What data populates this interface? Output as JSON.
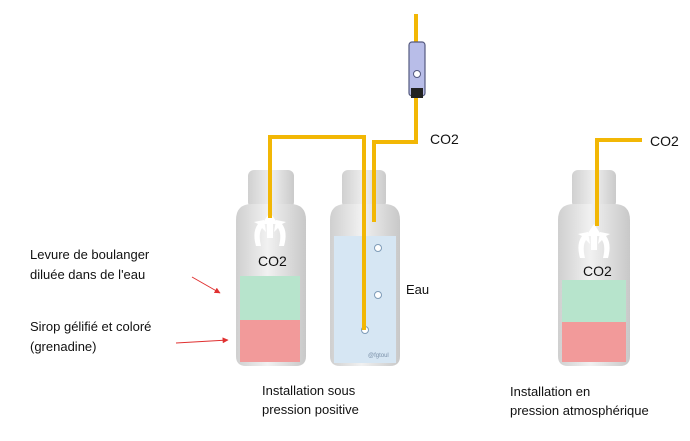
{
  "colors": {
    "tube": "#f2b705",
    "yeast_layer": "#b7e4cc",
    "syrup_layer": "#f29a9a",
    "water": "#d6e6f3",
    "bottle_gray": "#dedede",
    "arrow_red": "#e03030",
    "bubbler_blue": "#b8bde8"
  },
  "labels": {
    "yeast": [
      "Levure de boulanger",
      "diluée dans de l'eau"
    ],
    "syrup": [
      "Sirop gélifié et coloré",
      "(grenadine)"
    ],
    "co2_left_bottle": "CO2",
    "co2_right_bottle": "CO2",
    "co2_outlet_left": "CO2",
    "co2_outlet_right": "CO2",
    "water": "Eau",
    "watermark": "@fgtoul",
    "caption_left": [
      "Installation sous",
      "pression positive"
    ],
    "caption_right": [
      "Installation en",
      "pression atmosphérique"
    ]
  },
  "icons": {
    "gas_arrows": "upward-arrows-icon",
    "bubbler": "bubble-counter-icon",
    "bubbles": "bubble-icon"
  }
}
